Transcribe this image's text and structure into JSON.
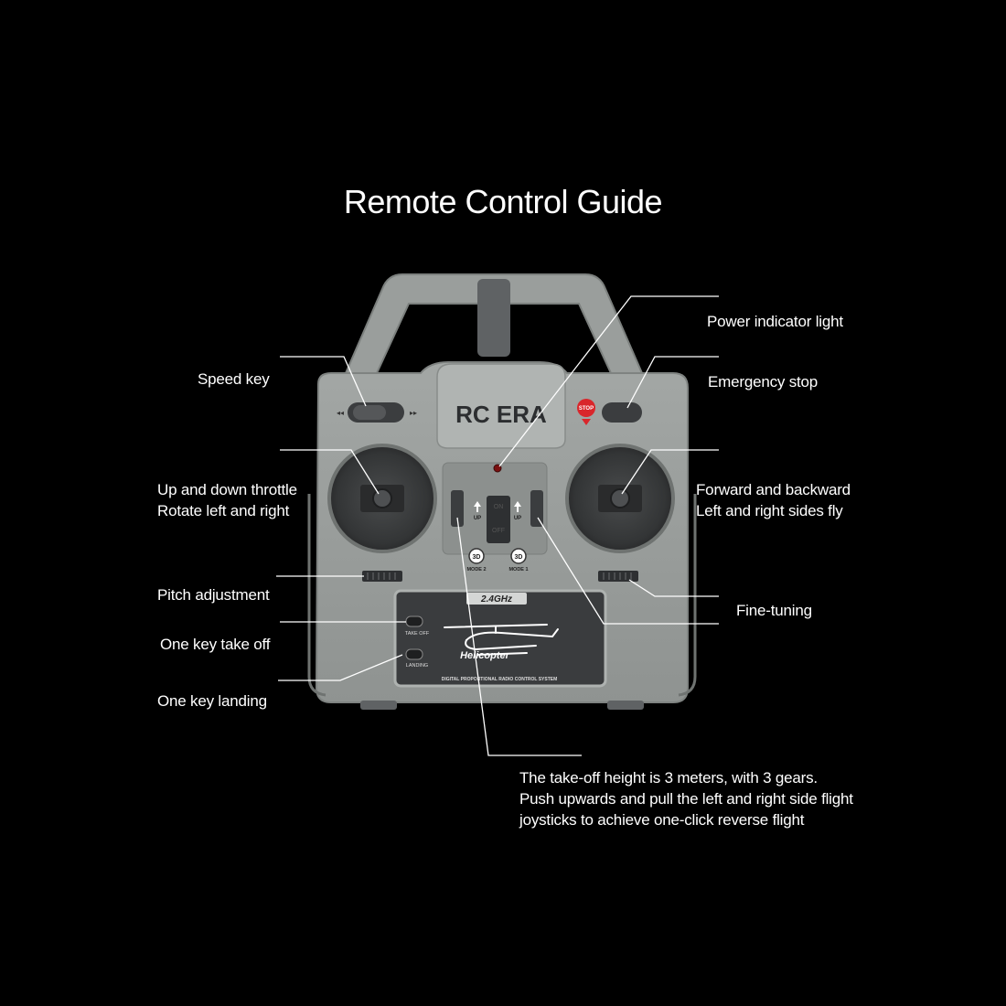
{
  "title": "Remote Control Guide",
  "controller": {
    "brand": "RC ERA",
    "stop_label": "STOP",
    "speed_left_mark": "◂◂",
    "speed_right_mark": "▸▸",
    "up_left": "UP",
    "up_right": "UP",
    "on_label": "ON",
    "off_label": "OFF",
    "mode_icon_text": "3D",
    "mode2_label": "MODE 2",
    "mode1_label": "MODE 1",
    "frequency": "2.4GHz",
    "takeoff_label": "TAKE OFF",
    "landing_label": "LANDING",
    "panel_logo": "Helicopter",
    "panel_footer": "DIGITAL PROPORTIONAL RADIO CONTROL SYSTEM"
  },
  "callouts": {
    "speed_key": "Speed key",
    "throttle_line1": "Up and down throttle",
    "throttle_line2": "Rotate left and right",
    "pitch": "Pitch adjustment",
    "takeoff": "One key take off",
    "landing": "One key  landing",
    "power_light": "Power indicator light",
    "emergency": "Emergency stop",
    "forward_line1": "Forward and backward",
    "forward_line2": "Left and right sides fly",
    "fine_tuning": "Fine-tuning",
    "note_line1": "The take-off height is 3 meters, with 3 gears.",
    "note_line2": "Push upwards and pull the left and right side flight",
    "note_line3": "joysticks to achieve one-click reverse flight"
  },
  "colors": {
    "body": "#9a9e9c",
    "body_dark": "#7f8381",
    "stick_well": "#3d3f40",
    "panel": "#3a3c3e",
    "stop_red": "#d9262b",
    "callout_line": "#ffffff"
  }
}
